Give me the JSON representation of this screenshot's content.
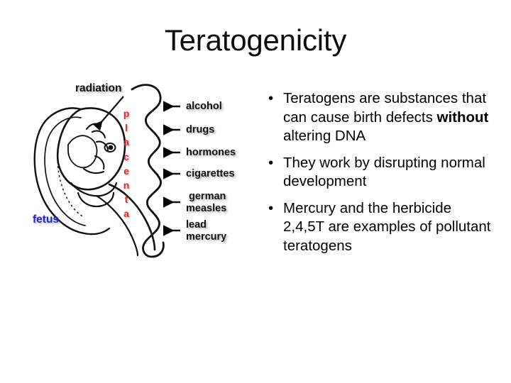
{
  "slide": {
    "title": "Teratogenicity",
    "background_color": "#ffffff"
  },
  "diagram": {
    "name": "placenta-teratogen-diagram",
    "labels": {
      "radiation": "radiation",
      "fetus": "fetus",
      "placenta": "placenta",
      "placenta_letters": [
        "p",
        "l",
        "a",
        "c",
        "e",
        "n",
        "t",
        "a"
      ]
    },
    "colors": {
      "placenta_text": "#ee2222",
      "fetus_text": "#2222cc",
      "line": "#000000"
    },
    "agents": [
      {
        "line1": "alcohol",
        "line2": ""
      },
      {
        "line1": "drugs",
        "line2": ""
      },
      {
        "line1": "hormones",
        "line2": ""
      },
      {
        "line1": "cigarettes",
        "line2": ""
      },
      {
        "line1": "german",
        "line2": "measles"
      },
      {
        "line1": "lead",
        "line2": "mercury"
      }
    ]
  },
  "content": {
    "bullet_glyph": "•",
    "bullets": [
      {
        "pre": "Teratogens are substances that can cause birth defects ",
        "strong": "without",
        "post": " altering DNA"
      },
      {
        "pre": "They work by disrupting normal development",
        "strong": "",
        "post": ""
      },
      {
        "pre": "Mercury  and the herbicide 2,4,5T are examples of pollutant teratogens",
        "strong": "",
        "post": ""
      }
    ]
  }
}
